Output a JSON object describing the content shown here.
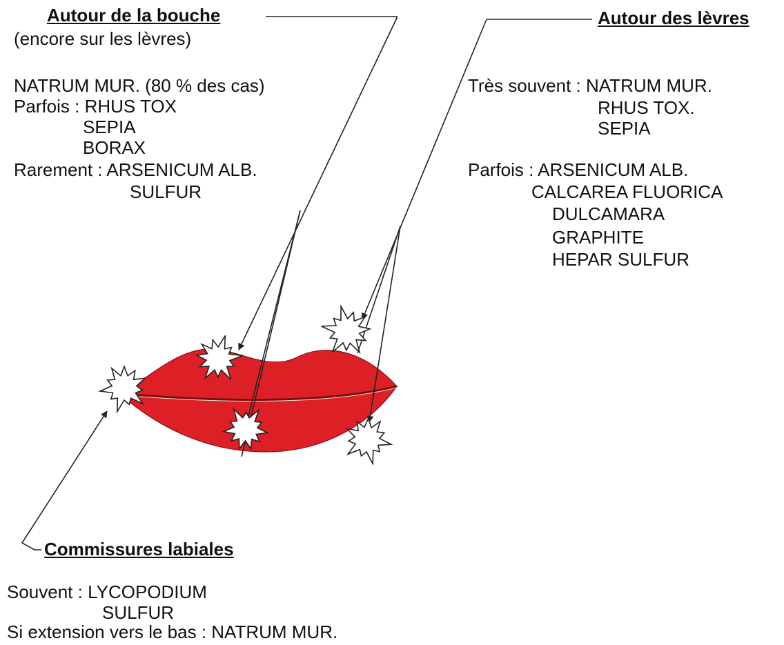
{
  "colors": {
    "lips": "#dc2026",
    "lip_line": "#7a0f12",
    "leader": "#222222",
    "star_fill": "#ffffff"
  },
  "icons": [
    "lips-illustration",
    "starburst-lesion-icon",
    "arrow-head-icon"
  ],
  "top_left": {
    "heading": "Autour de la bouche",
    "subheading": "(encore sur les lèvres)",
    "lines": [
      "NATRUM MUR. (80 % des cas)",
      "Parfois : RHUS TOX",
      "SEPIA",
      "BORAX",
      "Rarement : ARSENICUM ALB.",
      "SULFUR"
    ]
  },
  "top_right": {
    "heading": "Autour des lèvres",
    "lines": [
      "Très souvent : NATRUM MUR.",
      "RHUS TOX.",
      "SEPIA",
      "Parfois :  ARSENICUM ALB.",
      "CALCAREA FLUORICA",
      "DULCAMARA",
      "GRAPHITE",
      "HEPAR SULFUR"
    ]
  },
  "bottom": {
    "heading": "Commissures labiales",
    "lines": [
      "Souvent : LYCOPODIUM",
      "SULFUR",
      "Si extension vers le bas : NATRUM MUR."
    ]
  }
}
